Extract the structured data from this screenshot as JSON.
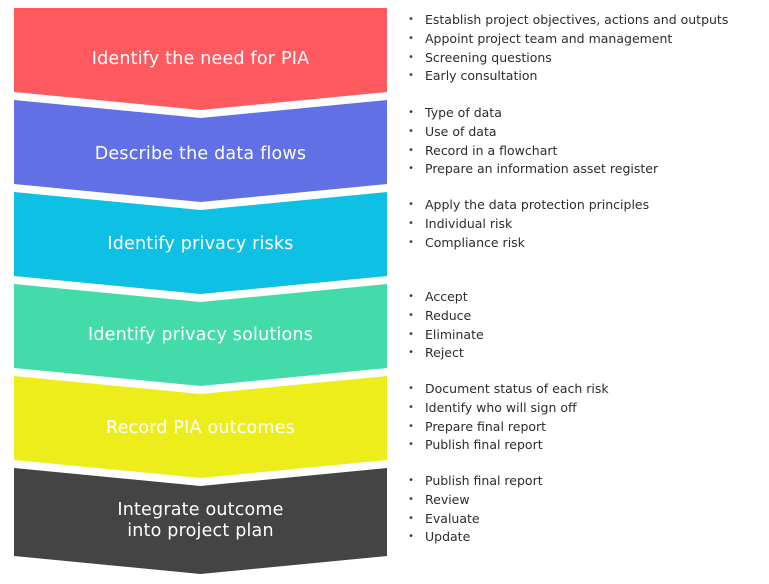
{
  "steps": [
    {
      "title_lines": [
        "Identify the need for PIA"
      ],
      "color": "#fe5a5f",
      "bullets": [
        "Establish project objectives, actions and outputs",
        "Appoint project team and management",
        "Screening questions",
        "Early consultation"
      ]
    },
    {
      "title_lines": [
        "Describe the data flows"
      ],
      "color": "#6170e4",
      "bullets": [
        "Type of data",
        "Use of data",
        "Record in a flowchart",
        "Prepare an information asset register"
      ]
    },
    {
      "title_lines": [
        "Identify privacy risks"
      ],
      "color": "#0ec0e3",
      "bullets": [
        "Apply the data protection principles",
        "Individual risk",
        "Compliance risk"
      ]
    },
    {
      "title_lines": [
        "Identify privacy solutions"
      ],
      "color": "#43dbaa",
      "bullets": [
        "Accept",
        "Reduce",
        "Eliminate",
        "Reject"
      ]
    },
    {
      "title_lines": [
        "Record PIA outcomes"
      ],
      "color": "#eded1c",
      "bullets": [
        "Document status of each risk",
        "Identify who will sign off",
        "Prepare final report",
        "Publish final report"
      ]
    },
    {
      "title_lines": [
        "Integrate outcome",
        "into project plan"
      ],
      "color": "#444444",
      "bullets": [
        "Publish final report",
        "Review",
        "Evaluate",
        "Update"
      ]
    }
  ]
}
